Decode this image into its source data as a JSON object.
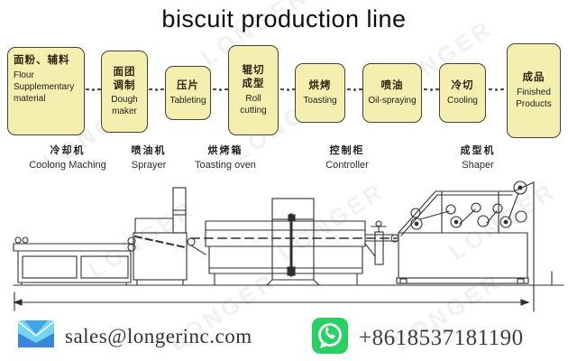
{
  "title": "biscuit production line",
  "flow_steps": [
    {
      "zh": "面粉、辅料",
      "en": "Flour\nSupplementary\nmaterial"
    },
    {
      "zh": "面团\n调制",
      "en": "Dough\nmaker"
    },
    {
      "zh": "压片",
      "en": "Tableting"
    },
    {
      "zh": "辊切\n成型",
      "en": "Roll\ncutting"
    },
    {
      "zh": "烘烤",
      "en": "Toasting"
    },
    {
      "zh": "喷油",
      "en": "Oil-spraying"
    },
    {
      "zh": "冷切",
      "en": "Cooling"
    },
    {
      "zh": "成品",
      "en": "Finished\nProducts"
    }
  ],
  "machine_labels": [
    {
      "zh": "冷却机",
      "en": "Coolong Maching"
    },
    {
      "zh": "喷油机",
      "en": "Sprayer"
    },
    {
      "zh": "烘烤箱",
      "en": "Toasting oven"
    },
    {
      "zh": "控制柜",
      "en": "Controller"
    },
    {
      "zh": "成型机",
      "en": "Shaper"
    }
  ],
  "contact": {
    "email": "sales@longerinc.com",
    "phone": "+8618537181190"
  },
  "watermark": "LONGER",
  "colors": {
    "flow_box_fill": "#f4efae",
    "flow_box_border": "#454331",
    "line_art": "#2f2f2f",
    "email_icon_blue": "#3fa3e8",
    "whatsapp_green": "#29d164"
  }
}
